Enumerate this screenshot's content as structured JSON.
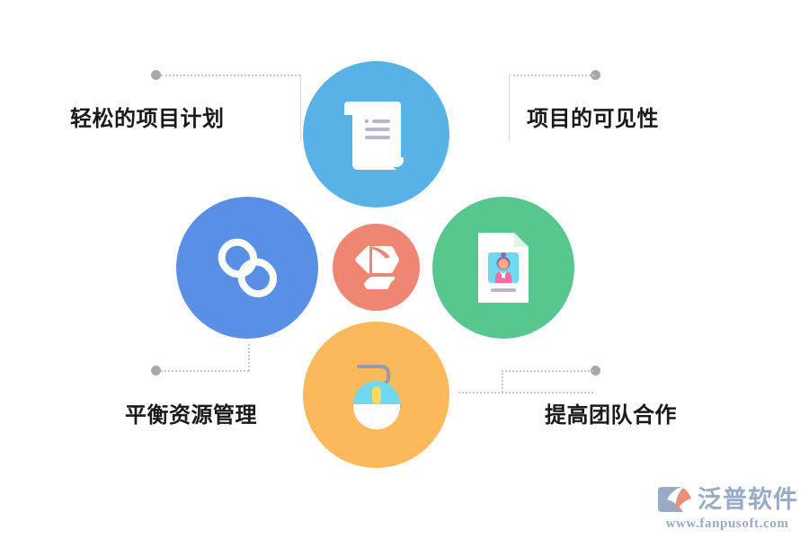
{
  "diagram": {
    "title_text": "",
    "nodes": [
      {
        "id": "top",
        "label": "轻松的项目计划",
        "icon": "scroll-document-icon",
        "color": "#58b2e5",
        "position": "top"
      },
      {
        "id": "right",
        "label": "项目的可见性",
        "icon": "id-card-document-icon",
        "color": "#57c68f",
        "position": "right"
      },
      {
        "id": "left",
        "label": "平衡资源管理",
        "icon": "chain-link-icon",
        "color": "#5a8fe6",
        "position": "left"
      },
      {
        "id": "bottom",
        "label": "提高团队合作",
        "icon": "computer-mouse-icon",
        "color": "#fcb95b",
        "position": "bottom"
      },
      {
        "id": "center",
        "label": "",
        "icon": "leaf-hexagon-logo-icon",
        "color": "#ef8672",
        "position": "center"
      }
    ],
    "connector_color": "#c9c9c9",
    "connector_dot_color": "#a8a8a8"
  },
  "watermark": {
    "brand": "泛普软件",
    "url": "www.fanpusoft.com",
    "logo_icon": "fanpu-logo-icon",
    "color": "#8fa4c4",
    "accent": "#e8866f"
  }
}
